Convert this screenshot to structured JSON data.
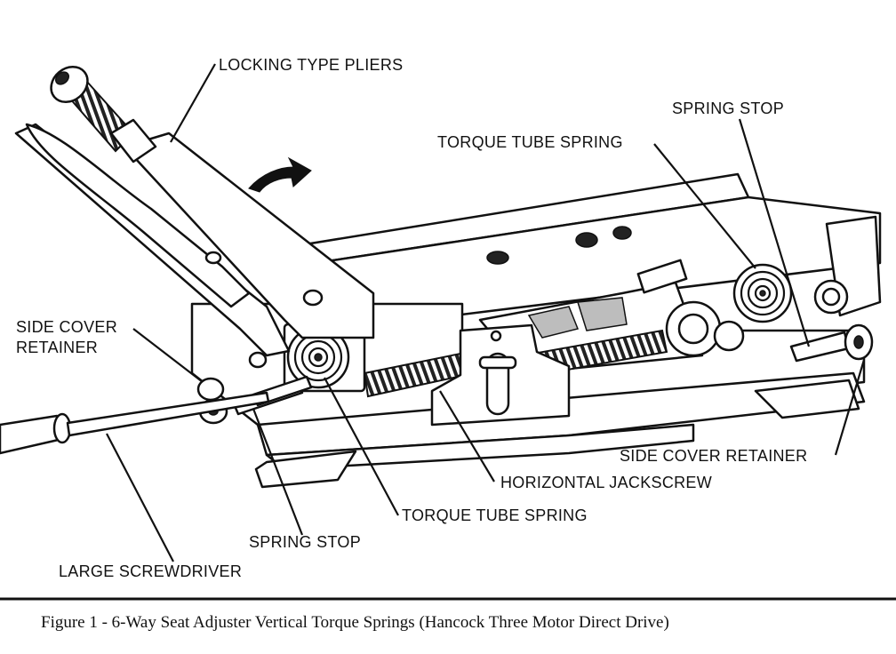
{
  "labels": {
    "locking_pliers": "LOCKING TYPE PLIERS",
    "spring_stop_top": "SPRING STOP",
    "torque_tube_spring_top": "TORQUE TUBE SPRING",
    "side_cover_retainer_left_1": "SIDE COVER",
    "side_cover_retainer_left_2": "RETAINER",
    "side_cover_retainer_right": "SIDE COVER RETAINER",
    "horizontal_jackscrew": "HORIZONTAL JACKSCREW",
    "torque_tube_spring_bottom": "TORQUE TUBE SPRING",
    "spring_stop_bottom": "SPRING STOP",
    "large_screwdriver": "LARGE SCREWDRIVER"
  },
  "caption": "Figure 1 - 6-Way Seat Adjuster Vertical Torque Springs (Hancock Three Motor Direct Drive)"
}
